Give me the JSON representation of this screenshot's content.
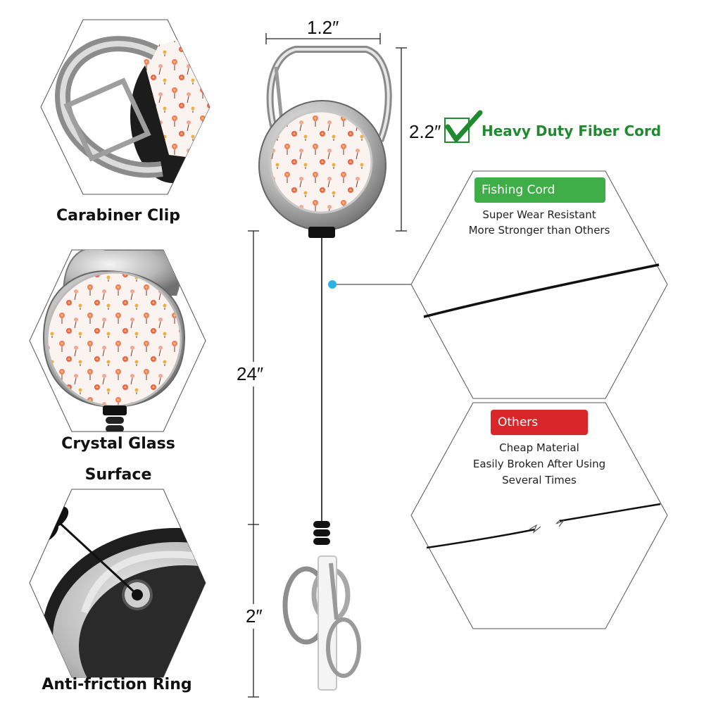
{
  "features": {
    "clip_label": "Carabiner Clip",
    "glass_label_line1": "Crystal Glass",
    "glass_label_line2": "Surface",
    "ring_label": "Anti-friction Ring"
  },
  "dimensions": {
    "width": "1.2″",
    "height": "2.2″",
    "cord_length": "24″",
    "strap_length": "2″"
  },
  "headline": "Heavy Duty Fiber Cord",
  "fishing_cord": {
    "badge": "Fishing Cord",
    "line1": "Super Wear Resistant",
    "line2": "More Stronger than Others"
  },
  "others": {
    "badge": "Others",
    "line1": "Cheap Material",
    "line2": "Easily Broken After Using",
    "line3": "Several Times"
  },
  "colors": {
    "check_green": "#1f8a2e",
    "badge_green": "#3fae49",
    "badge_red": "#d8262b",
    "marker_blue": "#2bb3e6",
    "metal": "#9a9a9a"
  }
}
